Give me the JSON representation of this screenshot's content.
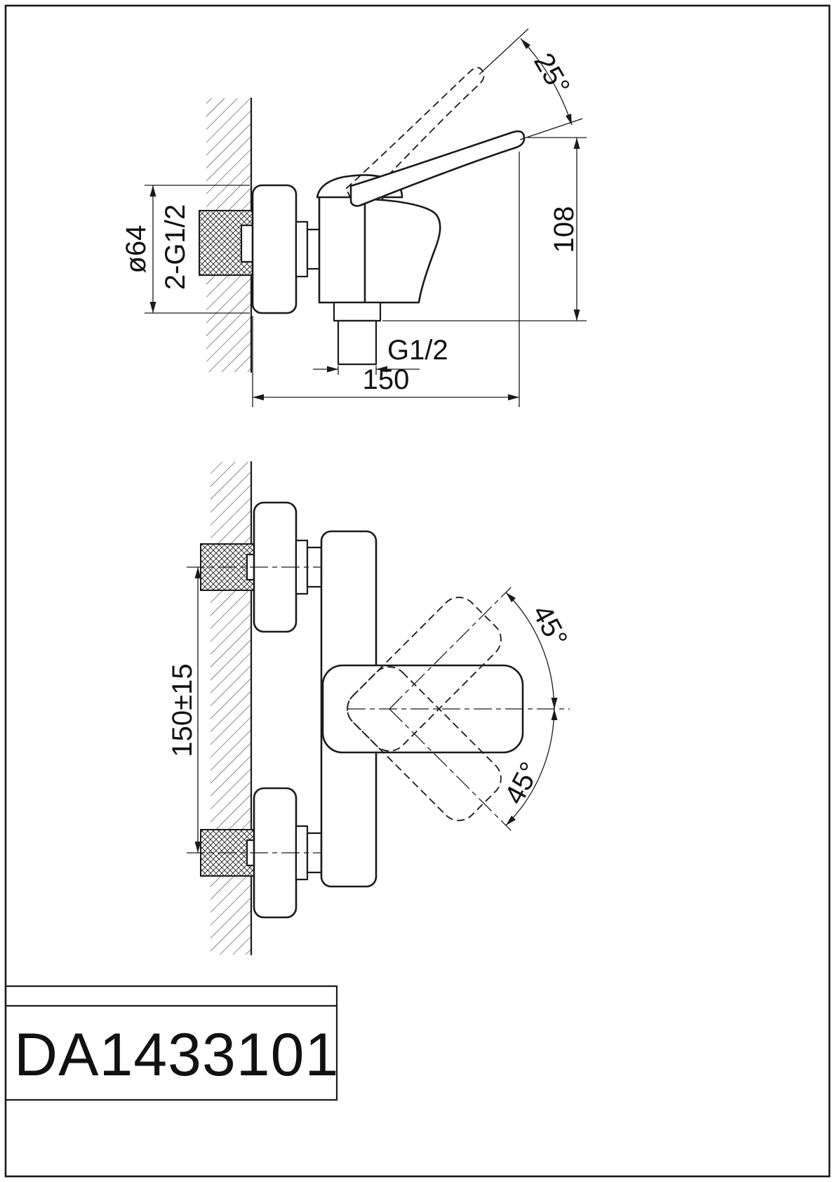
{
  "drawing": {
    "code": "DA1433101",
    "colors": {
      "line": "#1a1a1a",
      "background": "#ffffff"
    },
    "side_view": {
      "handle_angle_label": "25°",
      "height_label": "108",
      "flange_diameter_label": "ø64",
      "inlet_thread_label": "2-G1/2",
      "outlet_thread_label": "G1/2",
      "depth_label": "150"
    },
    "front_view": {
      "inlet_spacing_label": "150±15",
      "handle_swing_up_label": "45°",
      "handle_swing_down_label": "45°"
    }
  }
}
